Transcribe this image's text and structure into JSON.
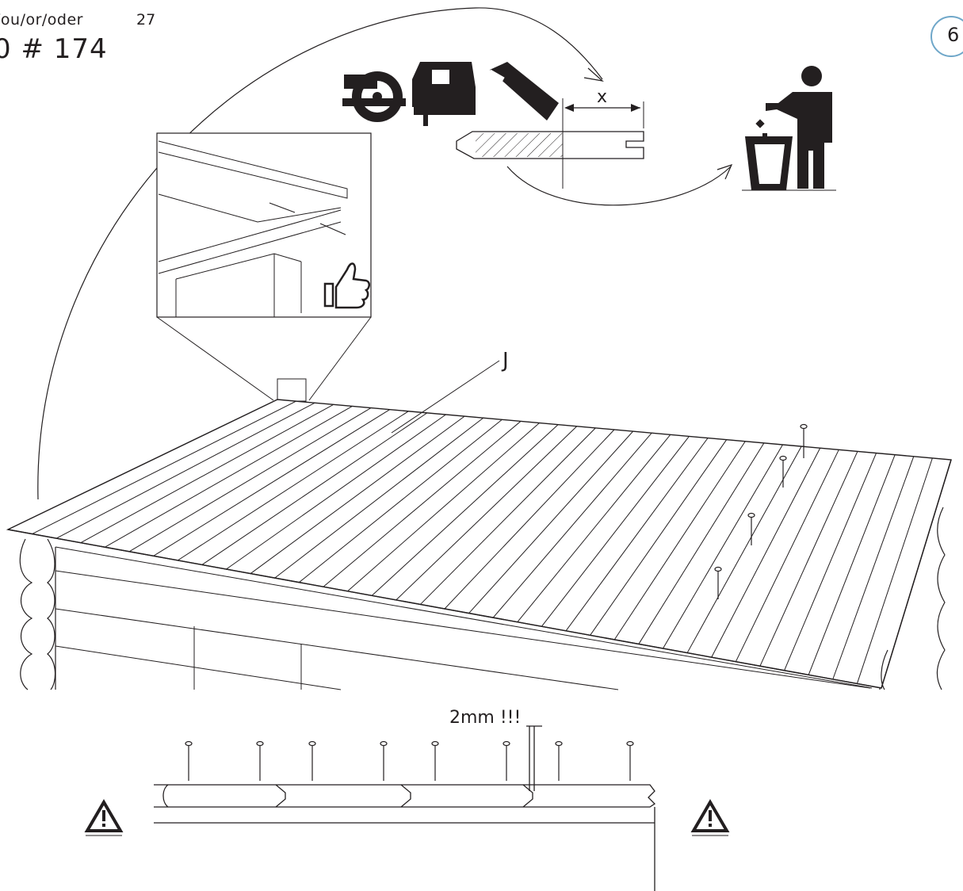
{
  "header": {
    "label": "/ou/or/oder",
    "number": "27",
    "part_code": "0  #  174"
  },
  "step": {
    "number": "6"
  },
  "labels": {
    "cut_width": "x",
    "part": "J",
    "gap_note": "2mm !!!"
  },
  "icons": [
    "circular-saw-icon",
    "jigsaw-icon",
    "handsaw-icon",
    "trash-disposal-icon",
    "thumbs-up-icon",
    "warning-icon"
  ],
  "colors": {
    "ink": "#231f20",
    "badge": "#6fa7c9"
  }
}
